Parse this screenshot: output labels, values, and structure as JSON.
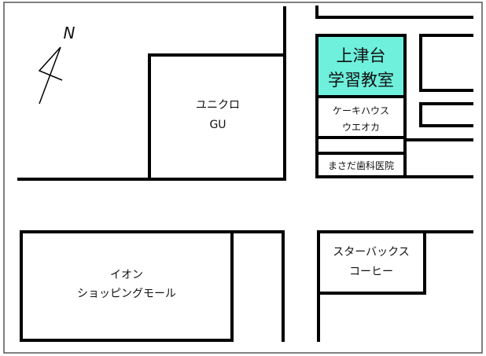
{
  "compass": {
    "label": "N"
  },
  "buildings": {
    "uniqlo": {
      "line1": "ユニクロ",
      "line2": "GU"
    },
    "school": {
      "line1": "上津台",
      "line2": "学習教室",
      "color": "#6ef0dc"
    },
    "cake": {
      "line1": "ケーキハウス",
      "line2": "ウエオカ"
    },
    "dentist": {
      "line1": "まさだ歯科医院"
    },
    "aeon": {
      "line1": "イオン",
      "line2": "ショッピングモール"
    },
    "starbucks": {
      "line1": "スターバックス",
      "line2": "コーヒー"
    }
  }
}
